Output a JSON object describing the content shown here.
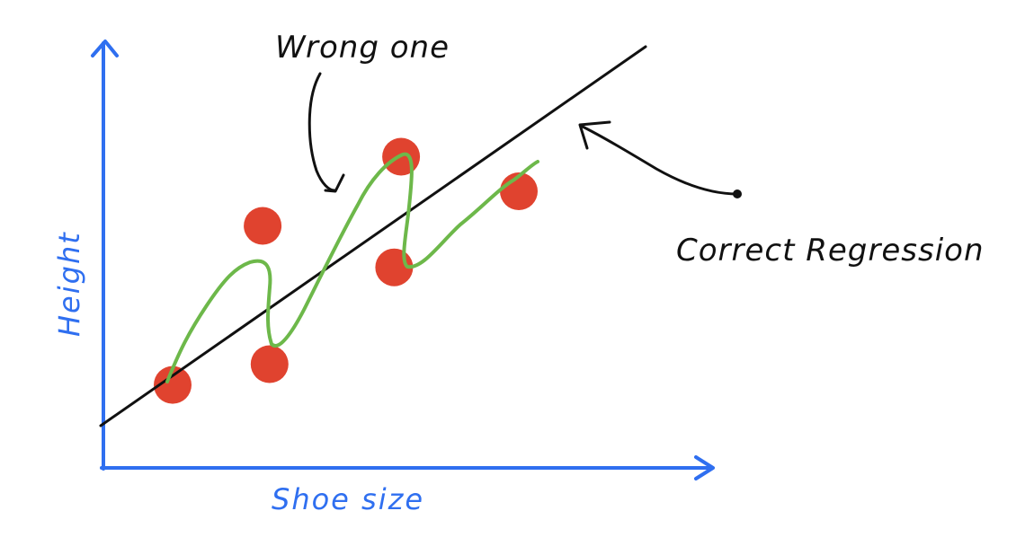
{
  "axes": {
    "x_label": "Shoe size",
    "y_label": "Height",
    "axis_color": "#2f6ff0"
  },
  "points": {
    "color": "#e0432f",
    "items": [
      {
        "x": 1.0,
        "y": 1.2
      },
      {
        "x": 2.3,
        "y": 3.5
      },
      {
        "x": 2.4,
        "y": 1.5
      },
      {
        "x": 4.2,
        "y": 2.9
      },
      {
        "x": 4.3,
        "y": 4.5
      },
      {
        "x": 6.0,
        "y": 4.0
      }
    ]
  },
  "regression_line": {
    "label": "Correct Regression",
    "color": "#111111"
  },
  "overfit_curve": {
    "label": "Wrong one",
    "color": "#6db84a"
  }
}
